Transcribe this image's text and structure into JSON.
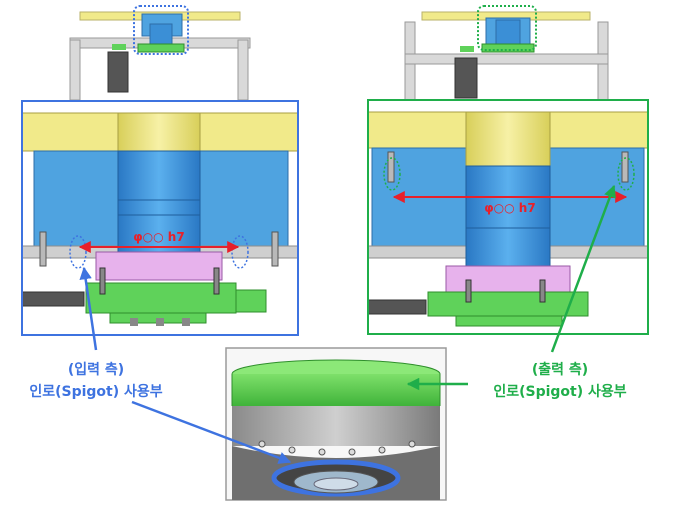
{
  "left_panel": {
    "dimension_label": "φ○○ h7",
    "caption_line1": "(입력 측)",
    "caption_line2": "인로(Spigot) 사용부"
  },
  "right_panel": {
    "dimension_label": "φ○○ h7",
    "caption_line1": "(출력 측)",
    "caption_line2": "인로(Spigot) 사용부"
  },
  "colors": {
    "input_accent": "#3e73e0",
    "output_accent": "#1fae4a",
    "dimension_red": "#e8202a",
    "housing_blue": "#4fa3e0",
    "shaft_blue": "#3b8fd6",
    "top_yellow": "#f1ea8a",
    "ring_pink": "#e7b2ec",
    "flange_green": "#5fd25a",
    "frame_gray": "#cfcfcf"
  }
}
